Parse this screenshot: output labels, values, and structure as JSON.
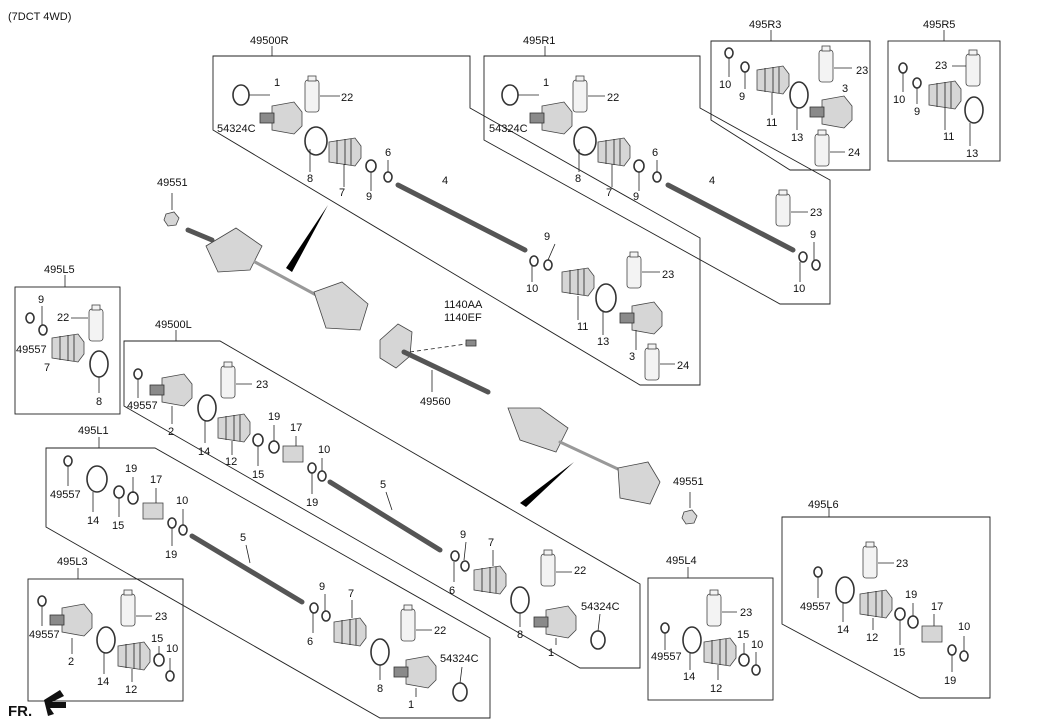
{
  "header": {
    "variant": "(7DCT 4WD)",
    "direction": "FR."
  },
  "groups": {
    "g49500R": "49500R",
    "g495R1": "495R1",
    "g495R3": "495R3",
    "g495R5": "495R5",
    "g495L5": "495L5",
    "g49500L": "49500L",
    "g495L1": "495L1",
    "g495L3": "495L3",
    "g495L4": "495L4",
    "g495L6": "495L6"
  },
  "parts": {
    "p1": "1",
    "p2": "2",
    "p3": "3",
    "p4": "4",
    "p5": "5",
    "p6": "6",
    "p7": "7",
    "p8": "8",
    "p9": "9",
    "p10": "10",
    "p11": "11",
    "p12": "12",
    "p13": "13",
    "p14": "14",
    "p15": "15",
    "p17": "17",
    "p19": "19",
    "p22": "22",
    "p23": "23",
    "p24": "24",
    "p49551": "49551",
    "p49557": "49557",
    "p49560": "49560",
    "p54324C": "54324C",
    "p1140AA": "1140AA",
    "p1140EF": "1140EF"
  }
}
